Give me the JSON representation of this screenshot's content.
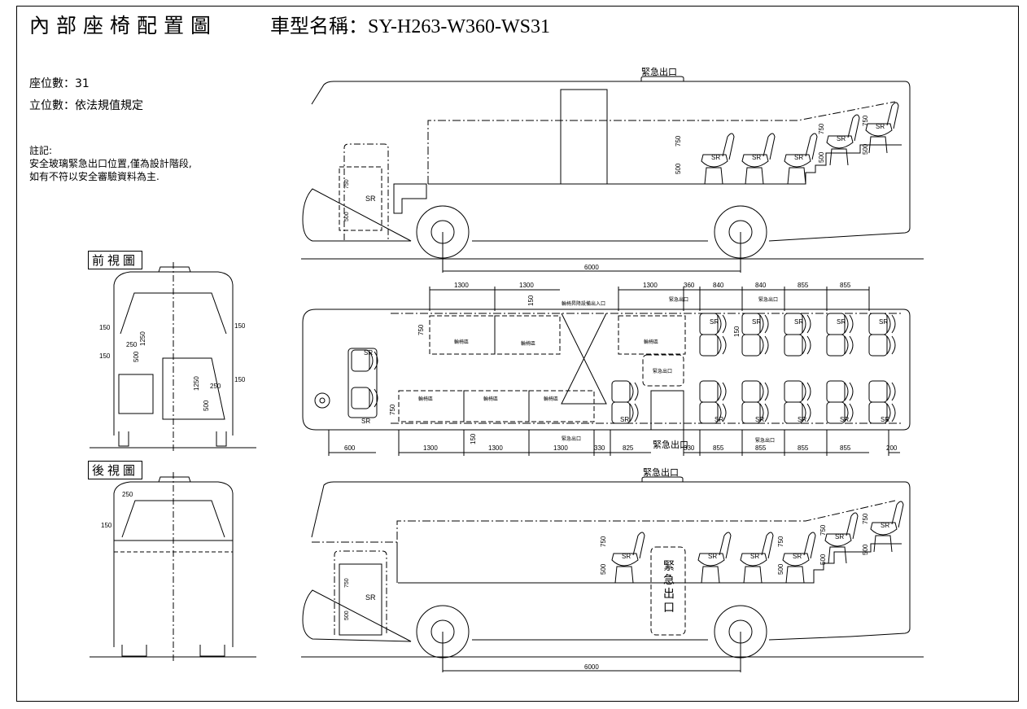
{
  "header": {
    "title": "內部座椅配置圖",
    "model": "車型名稱：SY-H263-W360-WS31"
  },
  "specs": {
    "seats": "座位數：31",
    "standing": "立位數：依法規值規定"
  },
  "notes": {
    "heading": "註記:",
    "line1": "安全玻璃緊急出口位置,僅為設計階段,",
    "line2": "如有不符以安全審驗資料為主."
  },
  "views": {
    "front": "前視圖",
    "rear": "後視圖"
  },
  "labels": {
    "emergency_exit": "緊急出口",
    "wheelchair_area": "輪椅區",
    "wheelchair_lift": "輪椅昇降設備出入口",
    "seat_ref": "SR",
    "wheelbase": "6000",
    "seat_h1": "750",
    "seat_h2": "500",
    "door_exit_vertical": [
      "緊",
      "急",
      "出",
      "口"
    ]
  },
  "plan_dims": {
    "top": [
      "1300",
      "1300",
      "1300",
      "360",
      "840",
      "840",
      "855",
      "855"
    ],
    "bottom": [
      "600",
      "1300",
      "1300",
      "1300",
      "330",
      "825",
      "330",
      "855",
      "855",
      "855",
      "855",
      "200"
    ],
    "side_750": "750",
    "side_150": "150"
  },
  "front_dims": [
    "150",
    "150",
    "150",
    "150",
    "250",
    "250",
    "1250",
    "1250",
    "500",
    "500"
  ],
  "rear_dims": [
    "250",
    "150"
  ]
}
